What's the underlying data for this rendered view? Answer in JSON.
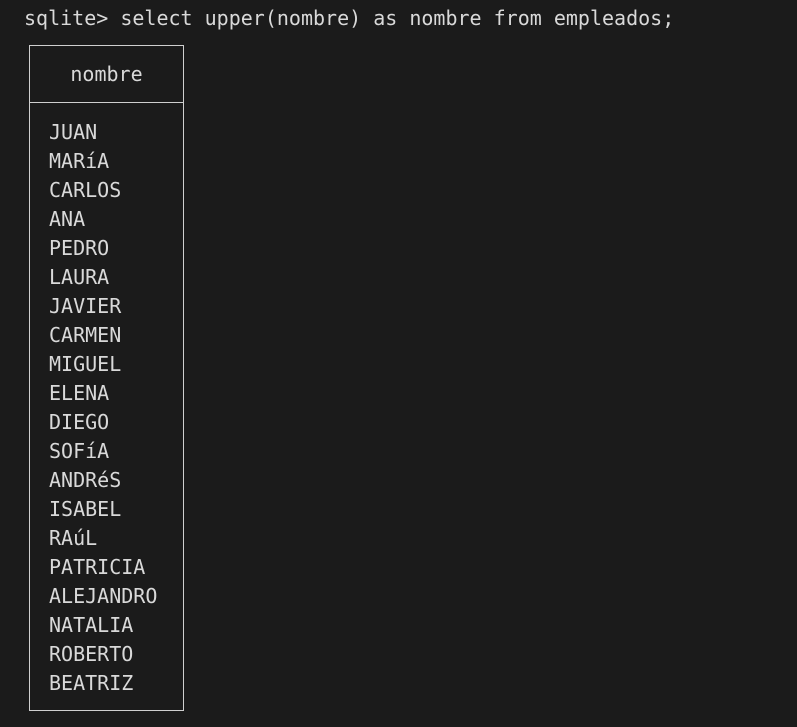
{
  "prompt": "sqlite>",
  "command": "select upper(nombre) as nombre from empleados;",
  "result": {
    "column": "nombre",
    "rows": [
      "JUAN",
      "MARíA",
      "CARLOS",
      "ANA",
      "PEDRO",
      "LAURA",
      "JAVIER",
      "CARMEN",
      "MIGUEL",
      "ELENA",
      "DIEGO",
      "SOFíA",
      "ANDRéS",
      "ISABEL",
      "RAúL",
      "PATRICIA",
      "ALEJANDRO",
      "NATALIA",
      "ROBERTO",
      "BEATRIZ"
    ]
  }
}
